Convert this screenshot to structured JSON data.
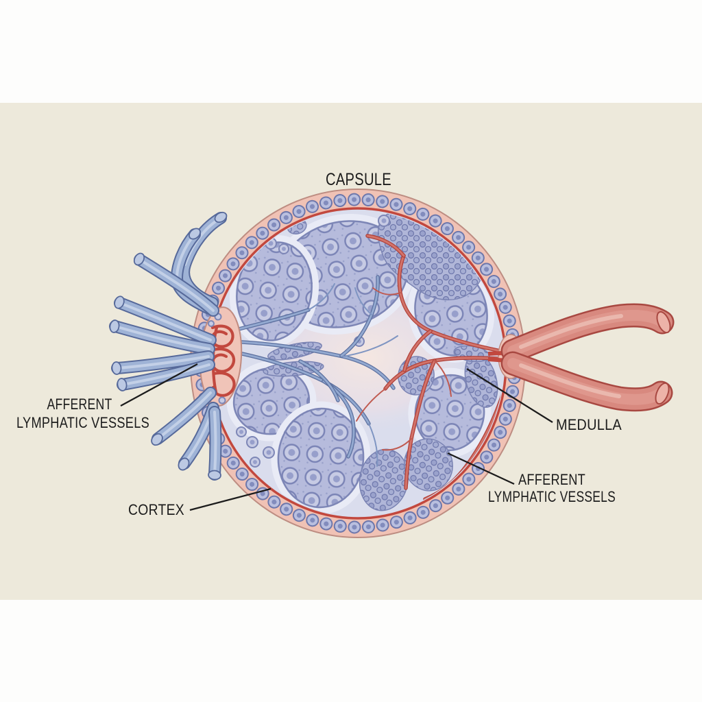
{
  "figure": {
    "type": "anatomical-diagram",
    "subject": "Lymph node cross-section",
    "labels": {
      "capsule": "CAPSULE",
      "afferent_left": {
        "line1": "AFFERENT",
        "line2": "LYMPHATIC VESSELS"
      },
      "medulla": "MEDULLA",
      "afferent_right": {
        "line1": "AFFERENT",
        "line2": "LYMPHATIC VESSELS"
      },
      "cortex": "CORTEX"
    },
    "colors": {
      "page": "#fdfdfc",
      "background_band": "#ede9db",
      "capsule_pink": "#f0c2b5",
      "capsule_red_line": "#c2483e",
      "interior_lavender": "#dadded",
      "follicle_fill": "#b6bbdc",
      "cell_outline": "#7079ab",
      "lymph_vessel_blue": "#9fb3d6",
      "blood_vessel_red": "#d8897f",
      "label_text": "#1c1c1c"
    }
  }
}
